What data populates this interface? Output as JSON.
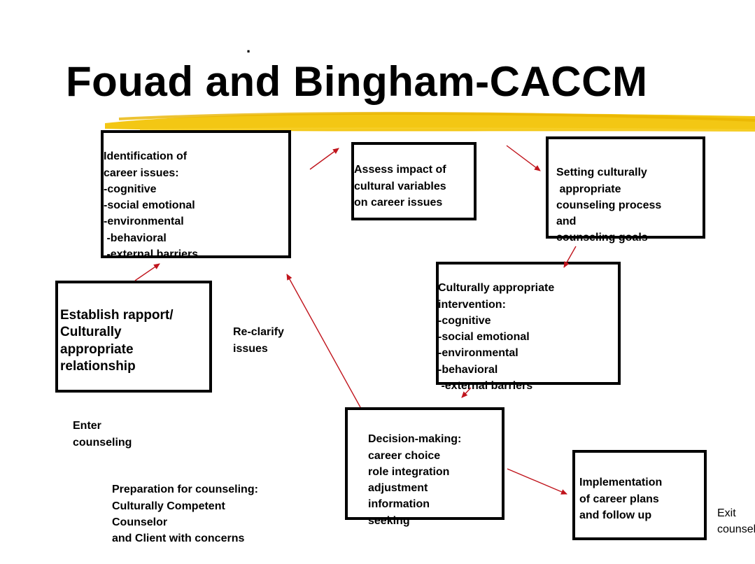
{
  "header": {
    "dot": ".",
    "title": "Fouad and Bingham-CACCM"
  },
  "boxes": {
    "identification": {
      "lines": [
        "Identification of",
        "career issues:",
        "-cognitive",
        "-social emotional",
        "-environmental",
        " -behavioral",
        " -external barriers"
      ]
    },
    "assess": {
      "lines": [
        "Assess impact of",
        "cultural variables",
        "on career issues"
      ]
    },
    "setting": {
      "lines": [
        "Setting culturally",
        " appropriate",
        "counseling process",
        "and",
        "counseling goals"
      ]
    },
    "rapport": {
      "lines": [
        "Establish rapport/",
        "Culturally",
        "appropriate",
        "relationship"
      ]
    },
    "intervention": {
      "lines": [
        "Culturally appropriate",
        "intervention:",
        "-cognitive",
        "-social emotional",
        "-environmental",
        "-behavioral",
        " -external barriers"
      ]
    },
    "decision": {
      "lines": [
        "Decision-making:",
        "career choice",
        "role integration",
        "adjustment",
        "information",
        "seeking"
      ]
    },
    "implementation": {
      "lines": [
        "Implementation",
        "of career plans",
        "and follow up"
      ]
    }
  },
  "labels": {
    "reclarify": [
      "Re-clarify",
      "issues"
    ],
    "enter": [
      "Enter",
      "counseling"
    ],
    "preparation": [
      "Preparation for counseling:",
      "Culturally Competent",
      "Counselor",
      "and Client with concerns"
    ],
    "exit": [
      "Exit",
      "counseling"
    ]
  },
  "colors": {
    "arrow": "#c0141c",
    "highlight": "#f2c200",
    "border": "#000000"
  }
}
